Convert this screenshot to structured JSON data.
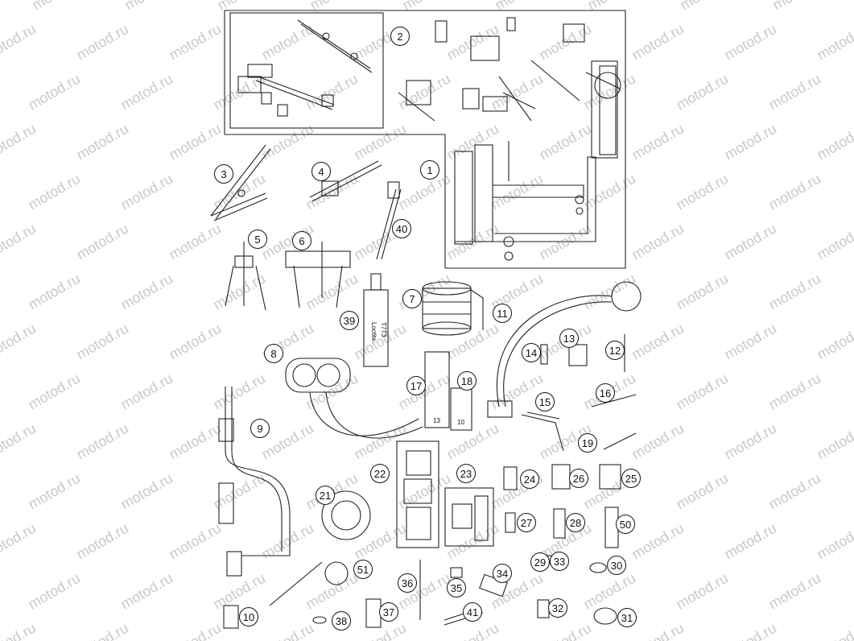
{
  "watermark": "motod.ru",
  "callouts": [
    "1",
    "2",
    "3",
    "4",
    "5",
    "6",
    "7",
    "8",
    "9",
    "10",
    "11",
    "12",
    "13",
    "14",
    "15",
    "16",
    "17",
    "18",
    "19",
    "21",
    "22",
    "23",
    "24",
    "25",
    "26",
    "27",
    "28",
    "29",
    "30",
    "31",
    "32",
    "33",
    "34",
    "35",
    "36",
    "37",
    "38",
    "39",
    "40",
    "41",
    "50",
    "51"
  ],
  "bottle_labels": [
    "Loctite",
    "T7T3"
  ],
  "socket_labels": [
    "13",
    "10"
  ]
}
